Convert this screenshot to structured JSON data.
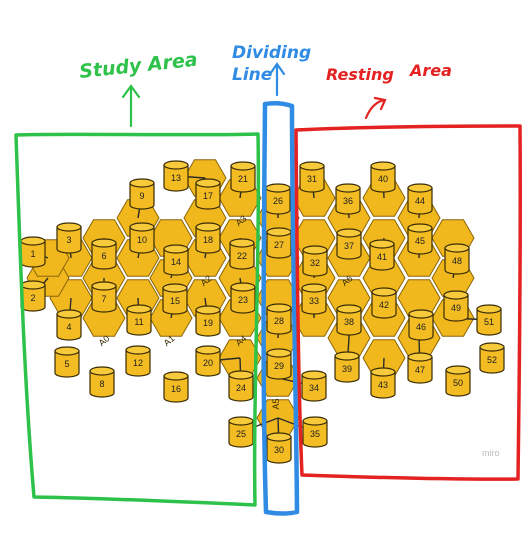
{
  "labels": {
    "study_area": "Study Area",
    "dividing_line": "Dividing",
    "dividing_line_2": "Line",
    "resting_area": "Resting",
    "resting_area_2": "Area",
    "watermark": "miro"
  },
  "colors": {
    "study": "#2ec24a",
    "dividing": "#2f8be3",
    "resting": "#e52222",
    "hex_fill": "#f0b81d",
    "cyl_fill": "#f2bc22"
  },
  "areas": [
    {
      "id": "A0",
      "label": "A0"
    },
    {
      "id": "A1",
      "label": "A1"
    },
    {
      "id": "A2",
      "label": "A2"
    },
    {
      "id": "A3",
      "label": "A3"
    },
    {
      "id": "A4",
      "label": "A4"
    },
    {
      "id": "A5",
      "label": "A5"
    },
    {
      "id": "A6",
      "label": "A6"
    }
  ],
  "seats": [
    "1",
    "2",
    "3",
    "4",
    "5",
    "6",
    "7",
    "8",
    "9",
    "10",
    "11",
    "12",
    "13",
    "14",
    "15",
    "16",
    "17",
    "18",
    "19",
    "20",
    "21",
    "22",
    "23",
    "24",
    "25",
    "26",
    "27",
    "28",
    "29",
    "30",
    "31",
    "32",
    "33",
    "34",
    "35",
    "36",
    "37",
    "38",
    "39",
    "40",
    "41",
    "42",
    "43",
    "44",
    "45",
    "46",
    "47",
    "48",
    "49",
    "50",
    "51",
    "52"
  ]
}
